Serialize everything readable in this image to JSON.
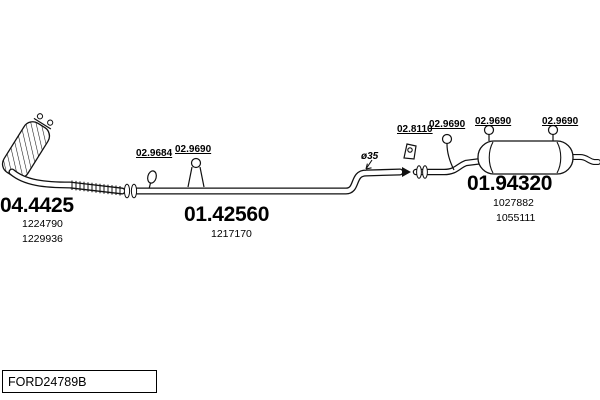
{
  "parts": {
    "catalyst": {
      "code": "04.4425",
      "oe_numbers": [
        "1224790",
        "1229936"
      ]
    },
    "clamp": {
      "code": "02.9684"
    },
    "hanger_mid": {
      "code": "02.9690"
    },
    "centre_pipe": {
      "code": "01.42560",
      "oe_numbers": [
        "1217170"
      ]
    },
    "mount_bracket": {
      "code": "02.8110"
    },
    "hanger_rear_left": {
      "code": "02.9690"
    },
    "hanger_rear_mid": {
      "code": "02.9690"
    },
    "hanger_rear_right": {
      "code": "02.9690"
    },
    "rear_silencer": {
      "code": "01.94320",
      "oe_numbers": [
        "1027882",
        "1055111"
      ]
    }
  },
  "annotations": {
    "pipe_diameter": "ø35"
  },
  "footer": {
    "drawing_code": "FORD24789B"
  },
  "colors": {
    "line": "#111111",
    "background": "#ffffff"
  }
}
